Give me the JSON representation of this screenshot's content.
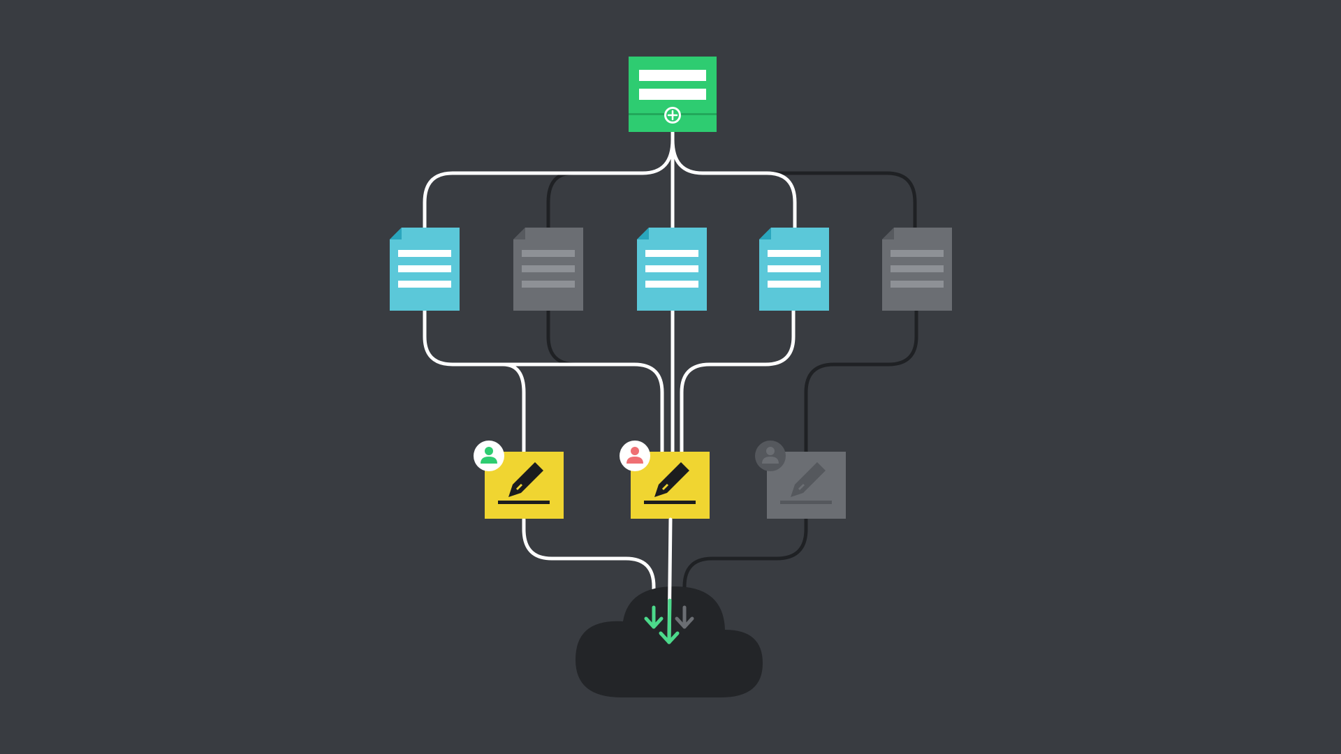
{
  "colors": {
    "background": "#393c41",
    "line_active": "#ffffff",
    "line_inactive": "#1f2124",
    "source_green": "#2ecc71",
    "source_green_dark": "#22a85a",
    "doc_blue": "#5bc8d9",
    "doc_blue_fold": "#2aa6bd",
    "doc_gray": "#6b6e73",
    "doc_gray_fold": "#575a5f",
    "doc_gray_lines": "#8e9196",
    "edit_yellow": "#f0d531",
    "edit_gray": "#6b6e73",
    "cloud": "#232528",
    "arrow_green": "#4cd98b",
    "arrow_gray": "#6b6e73",
    "avatar_green": "#2ecc71",
    "avatar_red": "#ef6f73",
    "avatar_gray": "#6b6e73",
    "avatar_bg": "#ffffff",
    "avatar_bg_inactive": "#55585d"
  },
  "diagram": {
    "source": {
      "icon": "form-add-icon",
      "state": "active"
    },
    "documents": [
      {
        "icon": "document-icon",
        "state": "active"
      },
      {
        "icon": "document-icon",
        "state": "inactive"
      },
      {
        "icon": "document-icon",
        "state": "active"
      },
      {
        "icon": "document-icon",
        "state": "active"
      },
      {
        "icon": "document-icon",
        "state": "inactive"
      }
    ],
    "editors": [
      {
        "icon": "edit-pencil-icon",
        "avatar": "user-avatar-icon",
        "avatar_color": "green",
        "state": "active"
      },
      {
        "icon": "edit-pencil-icon",
        "avatar": "user-avatar-icon",
        "avatar_color": "red",
        "state": "active"
      },
      {
        "icon": "edit-pencil-icon",
        "avatar": "user-avatar-icon",
        "avatar_color": "gray",
        "state": "inactive"
      }
    ],
    "destination": {
      "icon": "cloud-icon",
      "arrows": [
        "green",
        "green",
        "gray"
      ]
    }
  }
}
